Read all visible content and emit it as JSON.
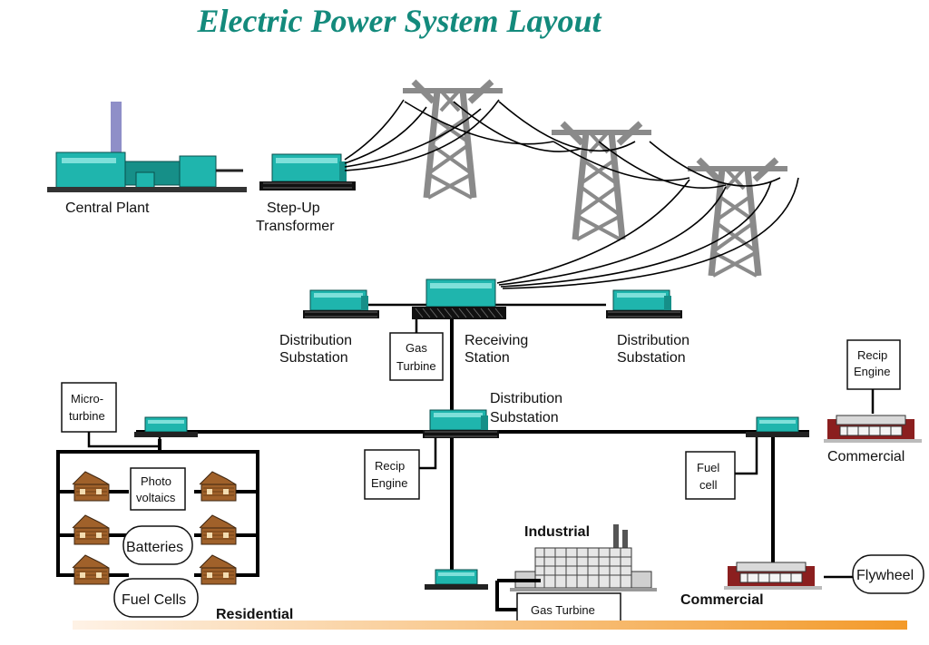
{
  "title": "Electric Power System Layout",
  "labels": {
    "central_plant": "Central Plant",
    "step_up_1": "Step-Up",
    "step_up_2": "Transformer",
    "dist_left_1": "Distribution",
    "dist_left_2": "Substation",
    "gas_turbine_1": "Gas",
    "gas_turbine_2": "Turbine",
    "receiving_1": "Receiving",
    "receiving_2": "Station",
    "dist_right_1": "Distribution",
    "dist_right_2": "Substation",
    "dist_center_1": "Distribution",
    "dist_center_2": "Substation",
    "recip_top_1": "Recip",
    "recip_top_2": "Engine",
    "commercial_top": "Commercial",
    "micro_1": "Micro-",
    "micro_2": "turbine",
    "photo_1": "Photo",
    "photo_2": "voltaics",
    "batteries": "Batteries",
    "fuel_cells": "Fuel Cells",
    "residential": "Residential",
    "recip_mid_1": "Recip",
    "recip_mid_2": "Engine",
    "fuel_cell_1": "Fuel",
    "fuel_cell_2": "cell",
    "industrial": "Industrial",
    "gas_turbine_bottom": "Gas Turbine",
    "commercial_bottom": "Commercial",
    "flywheel": "Flywheel"
  },
  "colors": {
    "title": "#138a7c",
    "equipment": "#1fb5ad",
    "tower": "#8a8a8a",
    "house": "#a0612a",
    "commercial_building": "#8b1f1f",
    "ground_strip_start": "#fde7d4",
    "ground_strip_end": "#f39a2a"
  }
}
